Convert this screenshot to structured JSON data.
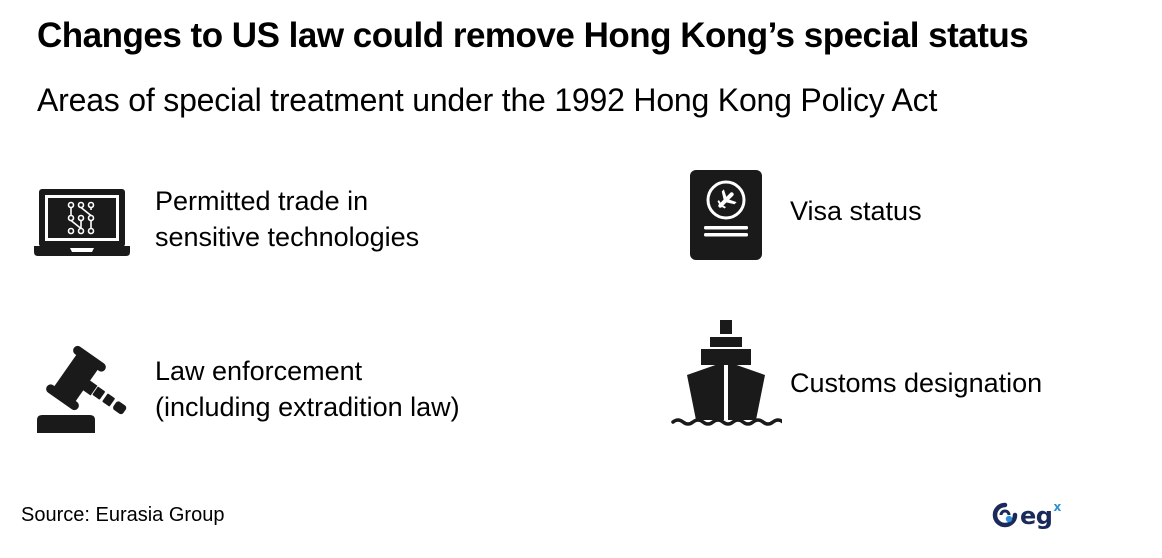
{
  "header": {
    "title": "Changes to US law could remove Hong Kong’s special status",
    "subtitle": "Areas of special treatment under the 1992 Hong Kong Policy Act"
  },
  "items": [
    {
      "icon": "laptop-circuit-icon",
      "line1": "Permitted trade in",
      "line2": "sensitive technologies"
    },
    {
      "icon": "passport-icon",
      "line1": "Visa status",
      "line2": ""
    },
    {
      "icon": "gavel-icon",
      "line1": "Law enforcement",
      "line2": "(including extradition law)"
    },
    {
      "icon": "ship-icon",
      "line1": "Customs designation",
      "line2": ""
    }
  ],
  "footer": {
    "source": "Source: Eurasia Group",
    "logo_text": "eg",
    "logo_sup": "x"
  },
  "colors": {
    "icon": "#1a1a1a",
    "logo_navy": "#1b2a5b",
    "logo_blue": "#2f8fd8"
  }
}
